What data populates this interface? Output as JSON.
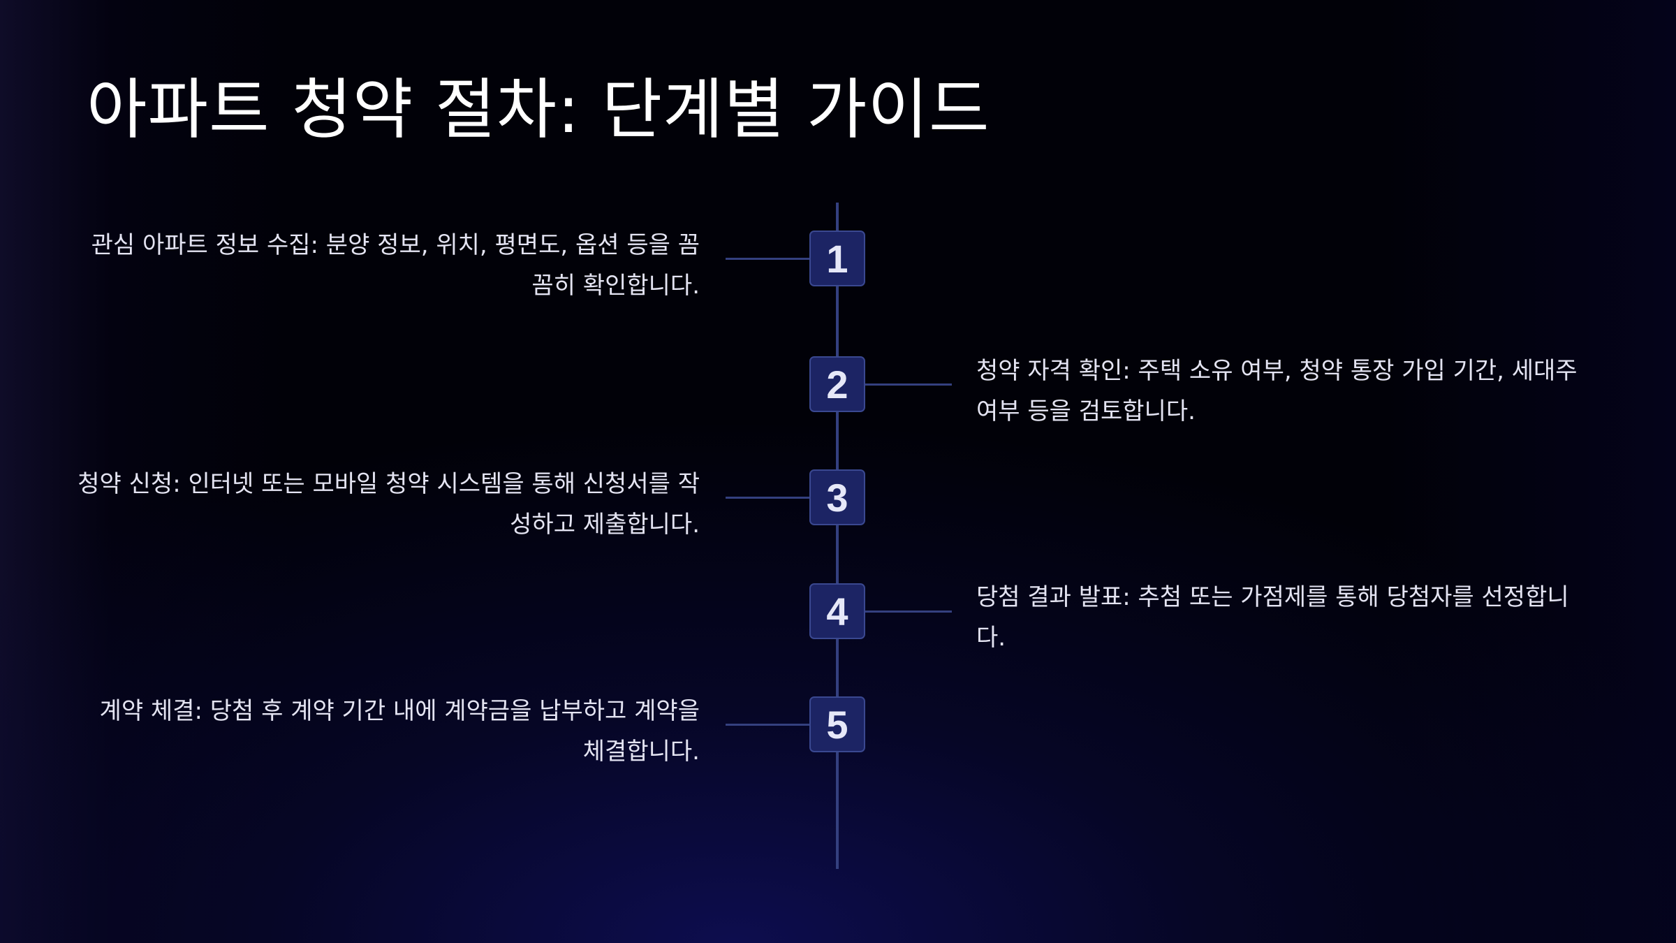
{
  "slide": {
    "title": "아파트 청약 절차: 단계별 가이드"
  },
  "steps": [
    {
      "number": "1",
      "side": "left",
      "text": "관심 아파트 정보 수집: 분양 정보, 위치, 평면도, 옵션 등을 꼼꼼히 확인합니다."
    },
    {
      "number": "2",
      "side": "right",
      "text": "청약 자격 확인: 주택 소유 여부, 청약 통장 가입 기간, 세대주 여부 등을 검토합니다."
    },
    {
      "number": "3",
      "side": "left",
      "text": "청약 신청: 인터넷 또는 모바일 청약 시스템을 통해 신청서를 작성하고 제출합니다."
    },
    {
      "number": "4",
      "side": "right",
      "text": "당첨 결과 발표: 추첨 또는 가점제를 통해 당첨자를 선정합니다."
    },
    {
      "number": "5",
      "side": "left",
      "text": "계약 체결: 당첨 후 계약 기간 내에 계약금을 납부하고 계약을 체결합니다."
    }
  ],
  "colors": {
    "background": "#010108",
    "line": "#34407f",
    "badge_fill": "#1c2464",
    "badge_border": "#3a4890",
    "text": "#e4e4f2"
  }
}
